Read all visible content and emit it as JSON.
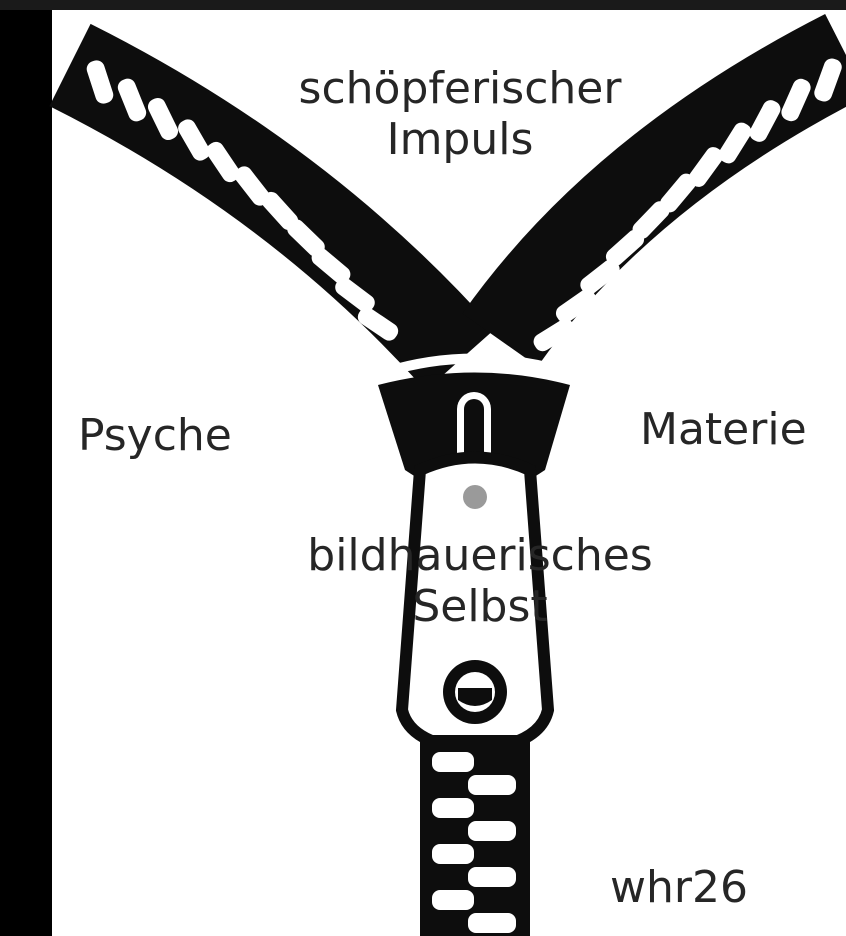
{
  "labels": {
    "top_line1": "schöpferischer",
    "top_line2": "Impuls",
    "left": "Psyche",
    "right": "Materie",
    "center_line1": "bildhauerisches",
    "center_line2": "Selbst",
    "signature": "whr26"
  },
  "colors": {
    "background": "#ffffff",
    "zipper": "#0d0d0d",
    "text": "#262626",
    "left_bar": "#000000"
  },
  "icons": [
    "zipper-icon"
  ]
}
